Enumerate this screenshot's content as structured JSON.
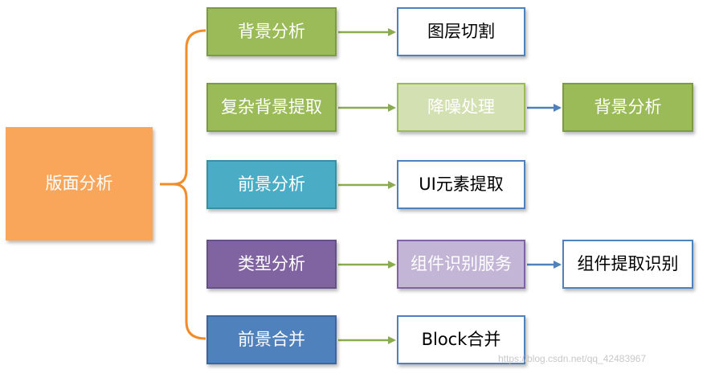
{
  "root": {
    "label": "版面分析"
  },
  "rows": [
    {
      "stage1": "背景分析",
      "stage2": "图层切割"
    },
    {
      "stage1": "复杂背景提取",
      "stage2": "降噪处理",
      "stage3": "背景分析"
    },
    {
      "stage1": "前景分析",
      "stage2": "UI元素提取"
    },
    {
      "stage1": "类型分析",
      "stage2": "组件识别服务",
      "stage3": "组件提取识别"
    },
    {
      "stage1": "前景合并",
      "stage2": "Block合并"
    }
  ],
  "colors": {
    "root": "#f9a65a",
    "bracket": "#f28c28",
    "green": "#9bbb59",
    "light_green": "#d2e0b2",
    "teal": "#4bacc6",
    "purple": "#8064a2",
    "light_purple": "#c2b5d6",
    "blue": "#4f81bd",
    "arrow_green": "#8aab4e",
    "arrow_blue": "#4f81bd"
  },
  "watermark": "https://blog.csdn.net/qq_42483967"
}
